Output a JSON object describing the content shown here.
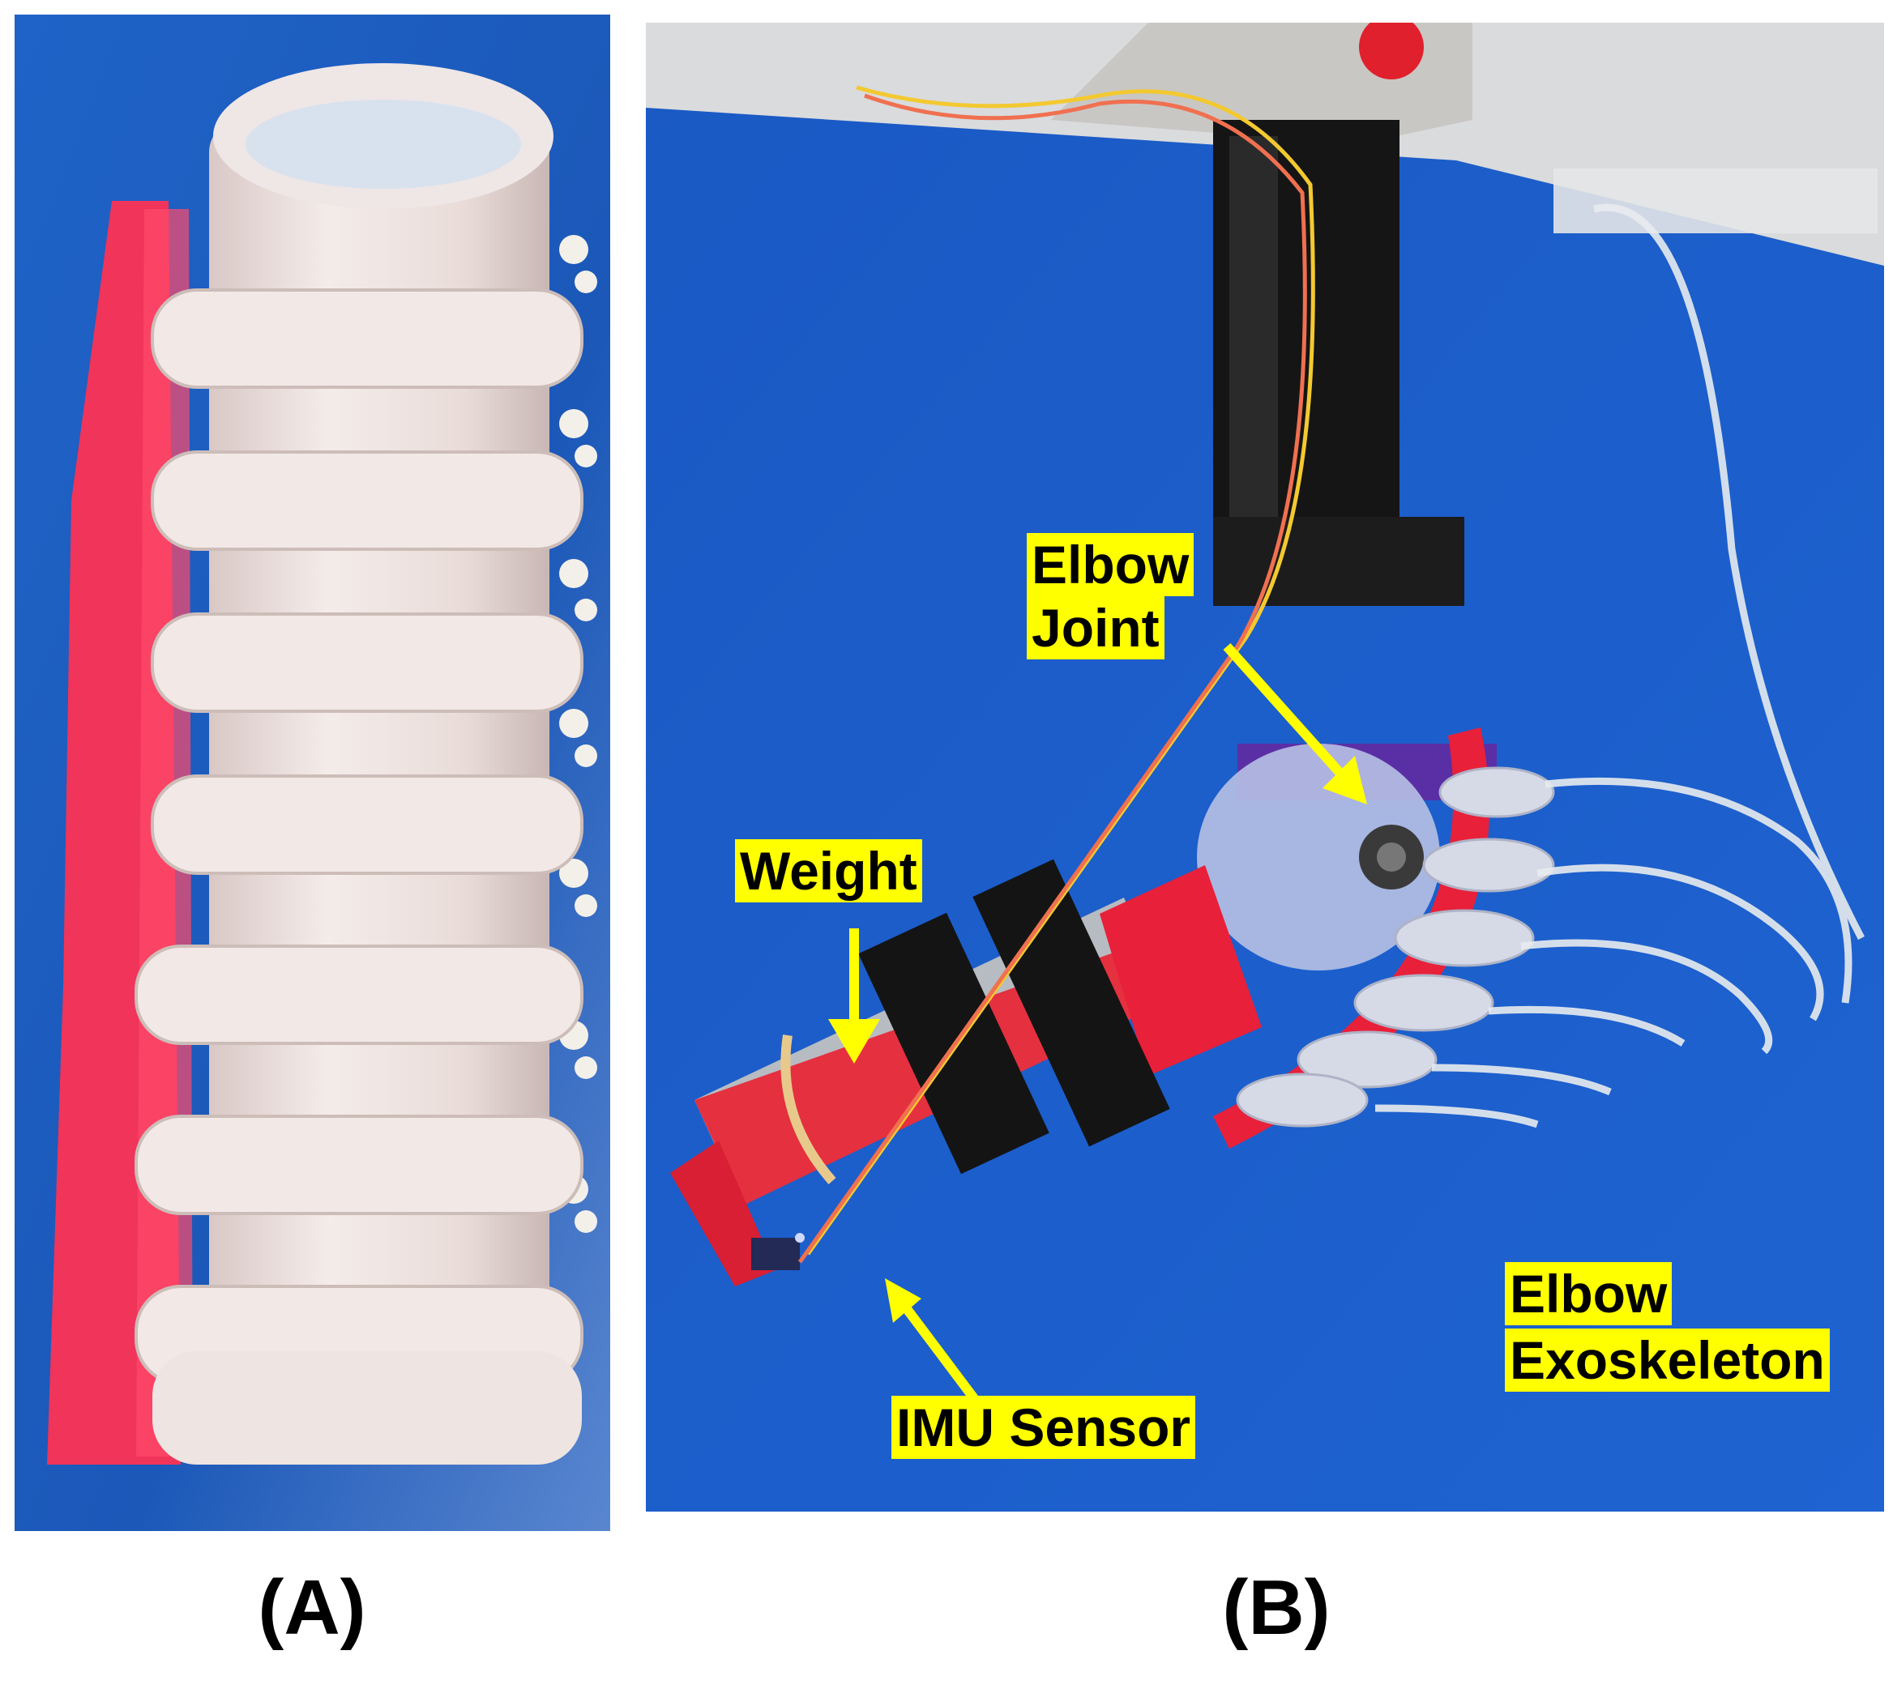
{
  "panels": {
    "a": {
      "label": "(A)"
    },
    "b": {
      "label": "(B)"
    }
  },
  "callouts": {
    "elbow_joint": {
      "line1": "Elbow",
      "line2": "Joint"
    },
    "weight": "Weight",
    "imu_sensor": "IMU Sensor",
    "elbow_exoskeleton": {
      "line1": "Elbow",
      "line2": "Exoskeleton"
    }
  },
  "colors": {
    "background_blue": "#1d5fc9",
    "callout_yellow": "#ffff00",
    "exo_red": "#e8203a",
    "silicone": "#ece2df"
  }
}
